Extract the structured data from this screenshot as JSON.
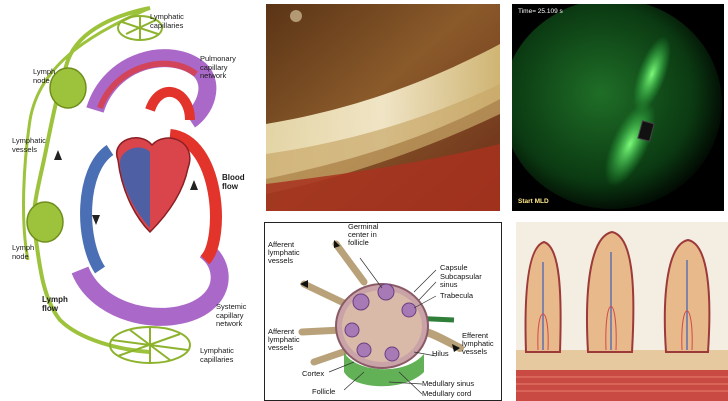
{
  "circulation": {
    "labels": {
      "lymphatic_capillaries_top": "Lymphatic\ncapillaries",
      "pulmonary_capillary_network": "Pulmonary\ncapillary\nnetwork",
      "lymph_node_top": "Lymph\nnode",
      "lymphatic_vessels": "Lymphatic\nvessels",
      "blood_flow": "Blood\nflow",
      "lymph_node_bottom": "Lymph\nnode",
      "lymph_flow": "Lymph\nflow",
      "systemic_capillary_network": "Systemic\ncapillary\nnetwork",
      "lymphatic_capillaries_bottom": "Lymphatic\ncapillaries"
    }
  },
  "imaging": {
    "time_readout": "Time= 25.109 s",
    "start_label": "Start MLD"
  },
  "lymph_node": {
    "labels": {
      "germinal_center": "Germinal\ncenter in\nfollicle",
      "afferent_top": "Afferent\nlymphatic\nvessels",
      "capsule": "Capsule",
      "subcapsular_sinus": "Subcapsular\nsinus",
      "trabecula": "Trabecula",
      "afferent_bottom": "Afferent\nlymphatic\nvessels",
      "efferent": "Efferent\nlymphatic\nvessels",
      "hilus": "Hilus",
      "cortex": "Cortex",
      "follicle": "Follicle",
      "medullary_sinus": "Medullary sinus",
      "medullary_cord": "Medullary cord"
    }
  },
  "colors": {
    "lymph_green": "#9dc23b",
    "artery_red": "#e2342b",
    "vein_blue": "#4a6fb5",
    "capillary_purple": "#9b4fc0",
    "nir_green": "#2fd24a"
  }
}
